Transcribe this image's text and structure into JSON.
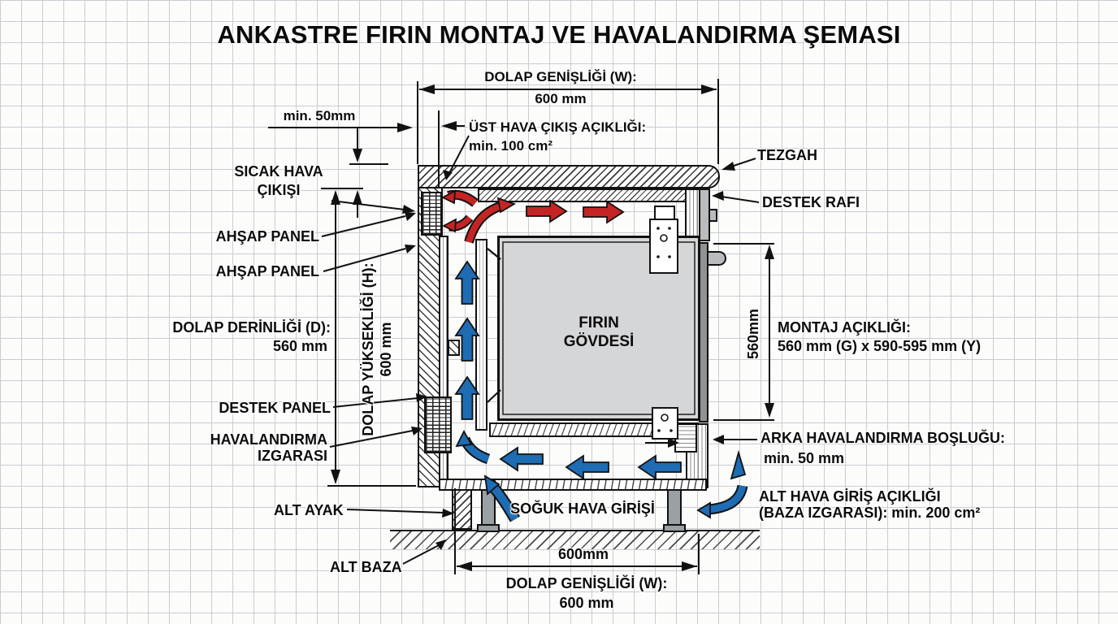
{
  "title": "ANKASTRE FIRIN MONTAJ VE HAVALANDIRMA ŞEMASI",
  "colors": {
    "hot_air": "#c52424",
    "cold_air": "#1d6cb4",
    "oven_fill": "#d5d6d8",
    "grid": "#c8ccd2"
  },
  "labels": {
    "top_width_1": "DOLAP GENİŞLİĞİ (W):",
    "top_width_2": "600 mm",
    "min_50": "min. 50mm",
    "top_vent_1": "ÜST HAVA ÇIKIŞ AÇIKLIĞI:",
    "top_vent_2": "min. 100 cm²",
    "tezgah": "TEZGAH",
    "hot_air_1": "SICAK HAVA",
    "hot_air_2": "ÇIKIŞI",
    "destek_rafi": "DESTEK RAFI",
    "ahsap_panel_a": "AHŞAP PANEL",
    "ahsap_panel_b": "AHŞAP PANEL",
    "depth_1": "DOLAP DERİNLİĞİ (D):",
    "depth_2": "560 mm",
    "height_1": "DOLAP YÜKSEKLİĞİ (H):",
    "height_2": "600 mm",
    "oven_1": "FIRIN",
    "oven_2": "GÖVDESİ",
    "montaj_1": "MONTAJ AÇIKLIĞI:",
    "montaj_2": "560 mm (G) x 590-595 mm (Y)",
    "dim_560": "560mm",
    "destek_panel": "DESTEK PANEL",
    "grille_1": "HAVALANDIRMA",
    "grille_2": "IZGARASI",
    "rear_gap_1": "ARKA HAVALANDIRMA BOŞLUĞU:",
    "rear_gap_2": "min. 50 mm",
    "bottom_vent_1": "ALT HAVA GİRİŞ AÇIKLIĞI",
    "bottom_vent_2": "(BAZA IZGARASI): min. 200 cm²",
    "cold_air": "SOĞUK HAVA GİRİŞİ",
    "alt_ayak": "ALT AYAK",
    "alt_baza": "ALT BAZA",
    "dim_600_bottom": "600mm",
    "bottom_width_1": "DOLAP GENİŞLİĞİ (W):",
    "bottom_width_2": "600 mm"
  }
}
